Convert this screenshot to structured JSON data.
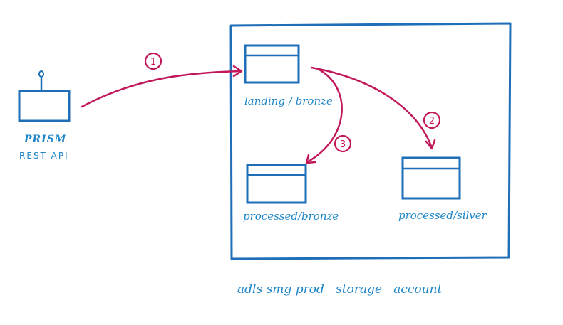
{
  "colors": {
    "blue": "#1f6fb8",
    "label_blue": "#1f86c8",
    "arrow": "#c2185b"
  },
  "source": {
    "name": "PRISM",
    "subtitle": "REST API"
  },
  "containers": {
    "landing": "landing / bronze",
    "processed_bronze": "processed/bronze",
    "processed_silver": "processed/silver"
  },
  "storage_account": {
    "label": "adls smg prod   storage   account"
  },
  "steps": {
    "one": "1",
    "two": "2",
    "three": "3"
  }
}
